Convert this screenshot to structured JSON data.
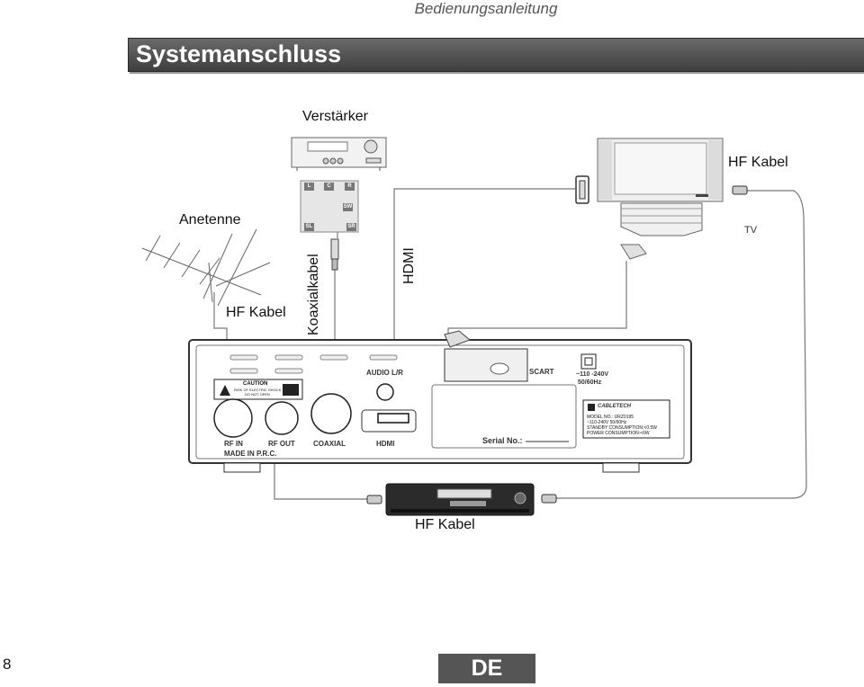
{
  "header": {
    "manual_title": "Bedienungsanleitung"
  },
  "section": {
    "title": "Systemanschluss"
  },
  "labels": {
    "amplifier": "Verstärker",
    "antenna": "Anetenne",
    "hf_cable_tv": "HF Kabel",
    "tv": "TV",
    "hf_cable_antenna": "HF Kabel",
    "coax_cable": "Koaxialkabel",
    "hdmi_cable": "HDMI",
    "hf_cable_bottom": "HF Kabel"
  },
  "receiver_panel": {
    "audio_port": "AUDIO L/R",
    "scart_port": "SCART",
    "power_line1": "~110 -240V",
    "power_line2": "50/60Hz",
    "caution_title": "CAUTION",
    "caution_line1": "RISK OF ELECTRIC SHOCK",
    "caution_line2": "DO NOT OPEN",
    "rf_in": "RF IN",
    "rf_out": "RF OUT",
    "coaxial": "COAXIAL",
    "hdmi": "HDMI",
    "made_in": "MADE IN P.R.C.",
    "serial": "Serial  No.:",
    "brand": "CABLETECH",
    "model_line1": "MODEL NO.: URZ0195",
    "model_line2": "~110-240V  50/60Hz",
    "model_line3": "STANDBY CONSUMPTION:<0.5W",
    "model_line4": "POWER CONSUMPTION:<6W"
  },
  "speaker_labels": [
    "L",
    "C",
    "R",
    "SW",
    "SL",
    "SR"
  ],
  "footer": {
    "page_number": "8",
    "language": "DE"
  }
}
